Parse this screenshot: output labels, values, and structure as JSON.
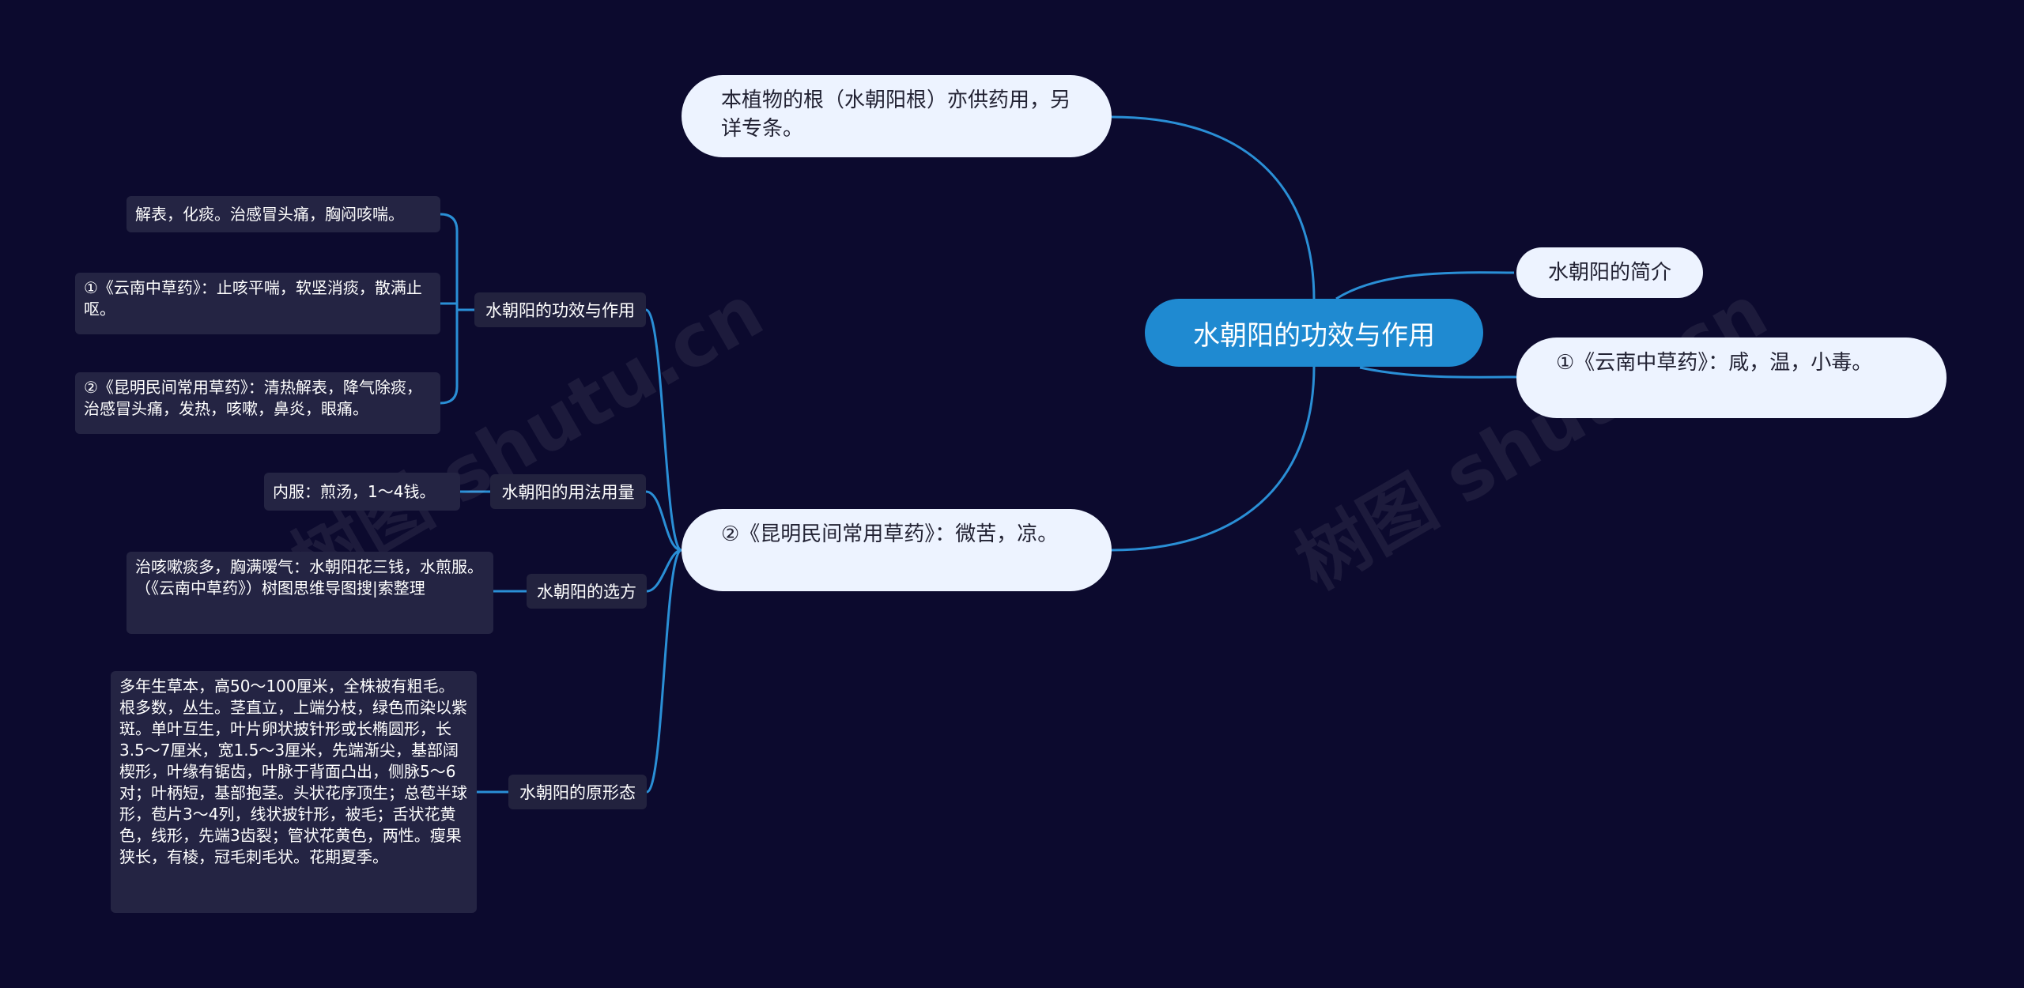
{
  "root": "水朝阳的功效与作用",
  "top_right": {
    "intro": "水朝阳的简介",
    "taste": "①《云南中草药》：咸，温，小毒。"
  },
  "top_left": {
    "root_note": "本植物的根（水朝阳根）亦供药用，另详专条。",
    "kunming": "②《昆明民间常用草药》：微苦，凉。"
  },
  "branches": {
    "efficacy": {
      "label": "水朝阳的功效与作用",
      "leaves": [
        "解表，化痰。治感冒头痛，胸闷咳喘。",
        "①《云南中草药》：止咳平喘，软坚消痰，散满止呕。",
        "②《昆明民间常用草药》：清热解表，降气除痰，治感冒头痛，发热，咳嗽，鼻炎，眼痛。"
      ]
    },
    "usage": {
      "label": "水朝阳的用法用量",
      "leaf": "内服：煎汤，1～4钱。"
    },
    "prescription": {
      "label": "水朝阳的选方",
      "leaf": "治咳嗽痰多，胸满嗳气：水朝阳花三钱，水煎服。（《云南中草药》）树图思维导图搜|索整理"
    },
    "morphology": {
      "label": "水朝阳的原形态",
      "leaf": "多年生草本，高50～100厘米，全株被有粗毛。根多数，丛生。茎直立，上端分枝，绿色而染以紫斑。单叶互生，叶片卵状披针形或长椭圆形，长3.5～7厘米，宽1.5～3厘米，先端渐尖，基部阔楔形，叶缘有锯齿，叶脉于背面凸出，侧脉5～6对；叶柄短，基部抱茎。头状花序顶生；总苞半球形，苞片3～4列，线状披针形，被毛；舌状花黄色，线形，先端3齿裂；管状花黄色，两性。瘦果狭长，有棱，冠毛刺毛状。花期夏季。"
    }
  },
  "watermark": "树图 shutu.cn",
  "colors": {
    "background": "#0c0a2e",
    "root": "#1f8ad1",
    "line": "#2a8fd6",
    "pill": "#edf3ff",
    "card": "#242443"
  }
}
